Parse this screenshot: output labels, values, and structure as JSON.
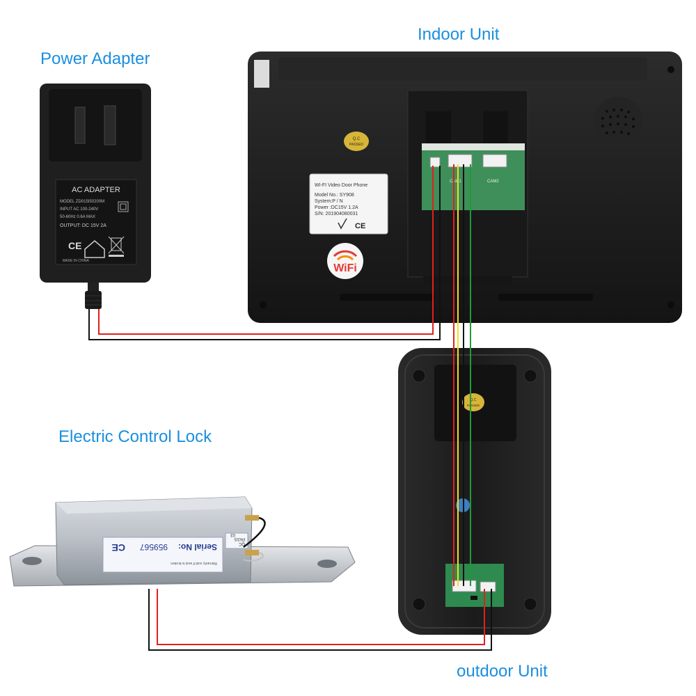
{
  "labels": {
    "indoor_unit": "Indoor Unit",
    "power_adapter": "Power Adapter",
    "electric_control_lock": "Electric Control Lock",
    "outdoor_unit": "outdoor Unit"
  },
  "adapter_label": {
    "title": "AC ADAPTER",
    "model": "MODEL ZD015I50200M",
    "input": "INPUT AC 100-240V",
    "freq": "50-60Hz 0.6A MAX",
    "output": "OUTPUT: DC 15V 2A",
    "origin": "MADE IN CHINA",
    "ce": "CE"
  },
  "indoor_sticker": {
    "line1": "WI-FI Video Door Phone",
    "line2": "Model No.: SY908",
    "line3": "System:P / N",
    "line4": "Power :DC15V 1.2A",
    "line5": "S/N: 201904080031",
    "ce": "CE"
  },
  "indoor_misc": {
    "qc": "Q.C",
    "passed": "PASSED",
    "wifi": "WiFi",
    "cam1": "CAM1",
    "cam2": "CAM2"
  },
  "lock_label": {
    "ce": "CE",
    "serial_prefix": "Serial No:",
    "serial": "959567",
    "qc": "QC",
    "pass": "PASS",
    "num": "03",
    "warranty": "Warranty void if seal is broken"
  },
  "outdoor_misc": {
    "qc": "Q.C",
    "passed": "PASSED"
  },
  "colors": {
    "label_blue": "#1a8fe0",
    "wire_red": "#e0201e",
    "wire_black": "#111111",
    "wire_yellow": "#f0e020",
    "wire_green": "#1f9a3a",
    "device_black": "#1e1e1e"
  }
}
